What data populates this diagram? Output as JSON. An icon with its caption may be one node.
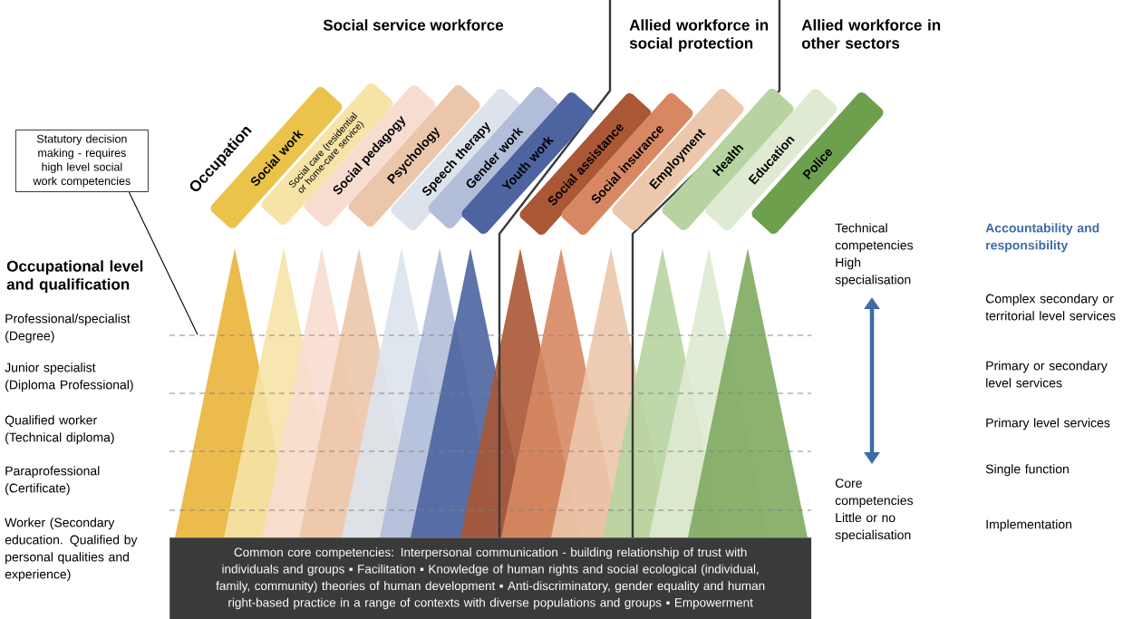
{
  "diagram": {
    "nodes": [
      {
        "text": [
          "Statutory decision making - requires high level social work competencies"
        ]
      },
      {
        "text": [
          "Social work"
        ]
      },
      {
        "text": [
          "Social care (residential or home-care service)"
        ]
      },
      {
        "text": [
          "Social pedagogy"
        ]
      },
      {
        "text": [
          "Psychology"
        ]
      },
      {
        "text": [
          "Speech therapy"
        ]
      },
      {
        "text": [
          "Gender work"
        ]
      },
      {
        "text": [
          "Youth work"
        ]
      },
      {
        "text": [
          "Social assistance"
        ]
      },
      {
        "text": [
          "Social insurance"
        ]
      },
      {
        "text": [
          "Employment"
        ]
      },
      {
        "text": [
          "Health"
        ]
      },
      {
        "text": [
          "Education"
        ]
      },
      {
        "text": [
          "Police"
        ]
      },
      {
        "text": [],
        "shape": "line"
      },
      {
        "text": [
          "Common core competencies: Interpersonal communication - building relationship of trust with individuals and groups ▪ Facilitation ▪ Knowledge of human rights and social ecological (individual, family, community) theories of human development ▪ Anti-discriminatory, gender equality and human right-based practice in a range of contexts with diverse populations and groups ▪ Empowerment"
        ]
      }
    ],
    "edges": [
      {
        "from": 0,
        "to": 14,
        "arrow": "none"
      }
    ],
    "labels": [
      "Social service workforce",
      "Allied workforce in social protection",
      "Allied workforce in other sectors",
      "Occupation",
      "Technical competencies High specialisation",
      "Accountability and responsibility",
      "Occupational level and qualification",
      "Professional/specialist (Degree)",
      "Complex secondary or territorial level services",
      "Junior specialist (Diploma Professional)",
      "Primary or secondary level services",
      "Qualified worker (Technical diploma)",
      "Primary level services",
      "Paraprofessional (Certificate)",
      "Single function",
      "Core competencies Little or no specialisation",
      "Worker (Secondary education. Qualified by personal qualities and experience)",
      "Implementation"
    ]
  }
}
